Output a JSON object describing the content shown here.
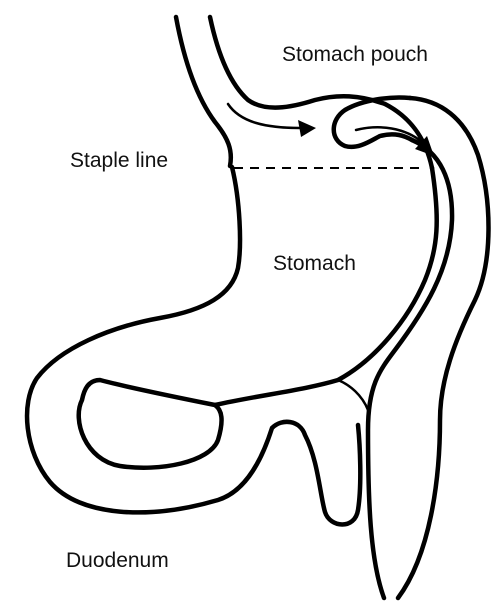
{
  "labels": {
    "stomach_pouch": "Stomach pouch",
    "staple_line": "Staple line",
    "stomach": "Stomach",
    "duodenum": "Duodenum"
  },
  "colors": {
    "line": "#000000",
    "background": "#ffffff"
  }
}
